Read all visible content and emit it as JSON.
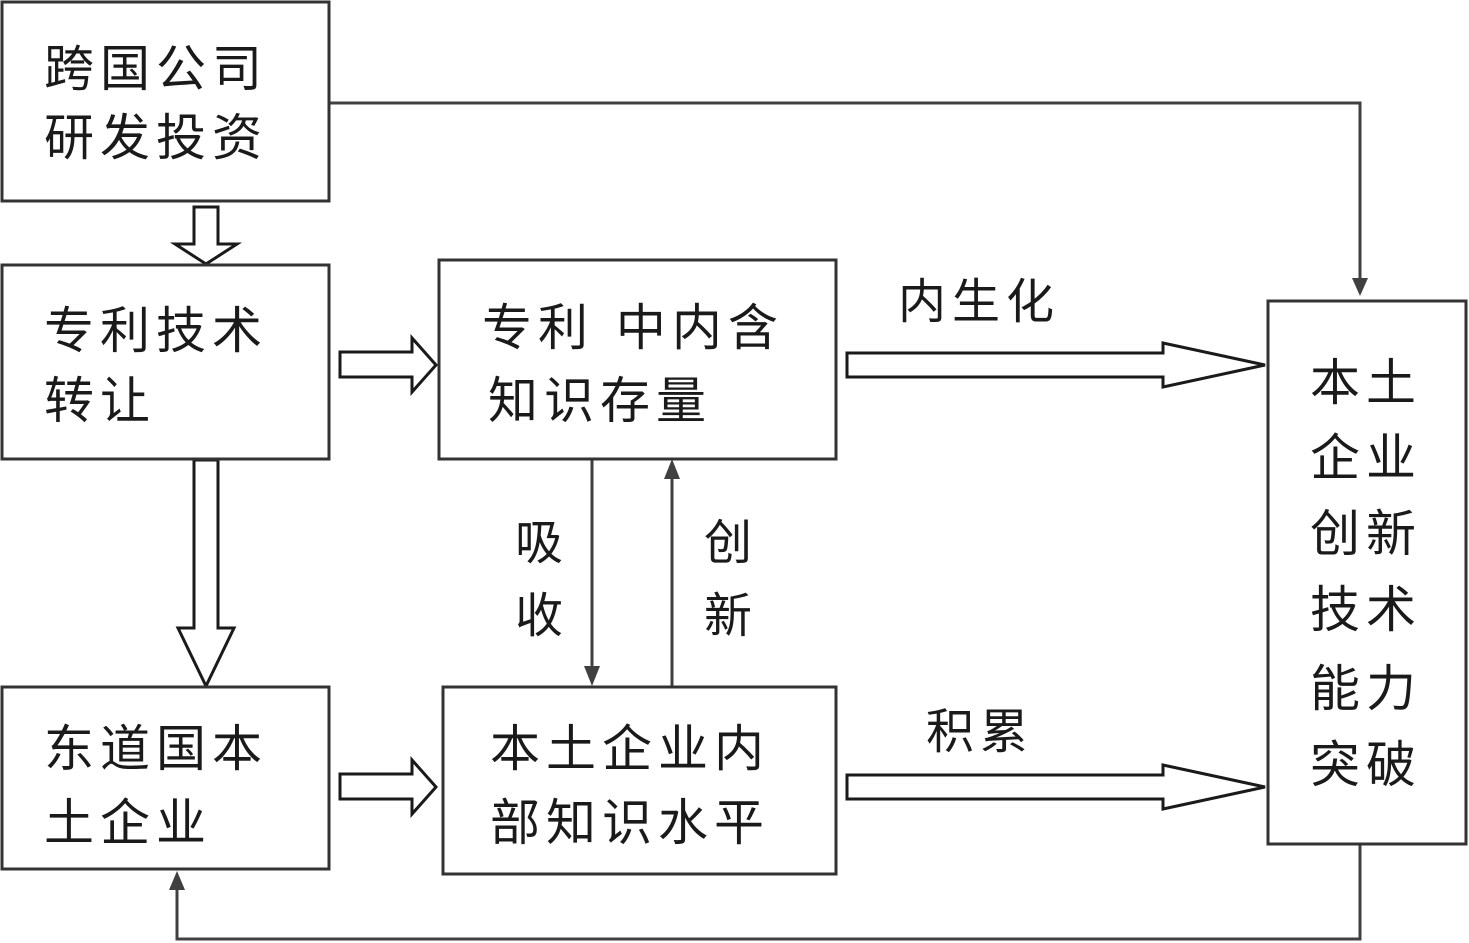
{
  "nodes": {
    "mnc_rd": {
      "line1": "跨国公司",
      "line2": "研发投资"
    },
    "patent_transfer": {
      "line1": "专利技术",
      "line2": "转让"
    },
    "patent_knowledge": {
      "line1": "专利 中内含",
      "line2": "知识存量"
    },
    "host_firms": {
      "line1": "东道国本",
      "line2": "土企业"
    },
    "internal_knowledge": {
      "line1": "本土企业内",
      "line2": "部知识水平"
    },
    "innovation_breakthrough": {
      "lines": [
        "本土",
        "企业",
        "创新",
        "技术",
        "能力",
        "突破"
      ]
    }
  },
  "edges": {
    "internalize": "内生化",
    "absorb": {
      "c1": "吸",
      "c2": "收"
    },
    "innovate": {
      "c1": "创",
      "c2": "新"
    },
    "accumulate": "积累"
  }
}
